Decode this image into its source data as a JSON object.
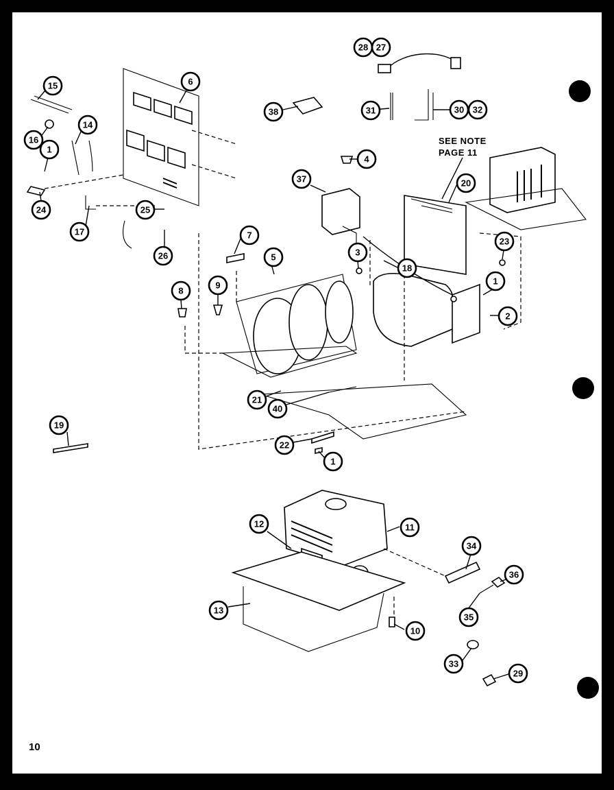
{
  "page_number": "10",
  "note": {
    "line1": "SEE NOTE",
    "line2": "PAGE 11"
  },
  "callouts": [
    "15",
    "6",
    "16",
    "14",
    "1",
    "24",
    "17",
    "25",
    "26",
    "38",
    "28",
    "27",
    "31",
    "30",
    "32",
    "4",
    "37",
    "20",
    "7",
    "5",
    "3",
    "18",
    "23",
    "1",
    "2",
    "8",
    "9",
    "21",
    "40",
    "19",
    "22",
    "1",
    "12",
    "11",
    "34",
    "36",
    "13",
    "35",
    "10",
    "33",
    "29"
  ]
}
